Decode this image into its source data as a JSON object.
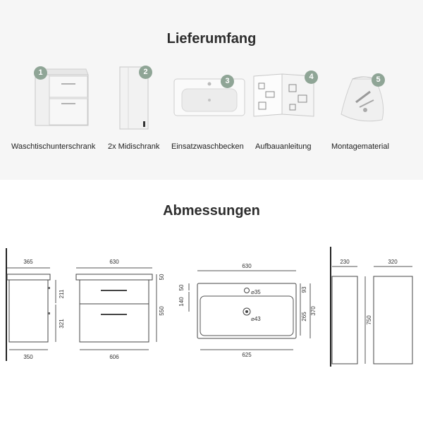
{
  "delivery": {
    "title": "Lieferumfang",
    "items": [
      {
        "number": "1",
        "label": "Waschtischunterschrank"
      },
      {
        "number": "2",
        "label": "2x Midischrank"
      },
      {
        "number": "3",
        "label": "Einsatzwaschbecken"
      },
      {
        "number": "4",
        "label": "Aufbauanleitung"
      },
      {
        "number": "5",
        "label": "Montagematerial"
      }
    ]
  },
  "dimensions": {
    "title": "Abmessungen",
    "side_view": {
      "top_depth": "365",
      "bottom_depth": "350",
      "upper_drawer": "211",
      "lower_drawer": "321"
    },
    "front_view": {
      "width": "630",
      "body_width": "606",
      "top_height": "50",
      "height": "550"
    },
    "basin_view": {
      "width": "630",
      "inner_width": "625",
      "hole_offset": "50",
      "basin_offset": "140",
      "tap_hole": "⌀35",
      "drain": "⌀43",
      "inner_depth": "93",
      "basin_depth": "265",
      "depth": "370"
    },
    "cabinet_side": {
      "depth": "230"
    },
    "cabinet_front": {
      "width": "320",
      "height": "750"
    }
  },
  "colors": {
    "badge": "#8fa596",
    "section_bg": "#f6f6f6"
  }
}
